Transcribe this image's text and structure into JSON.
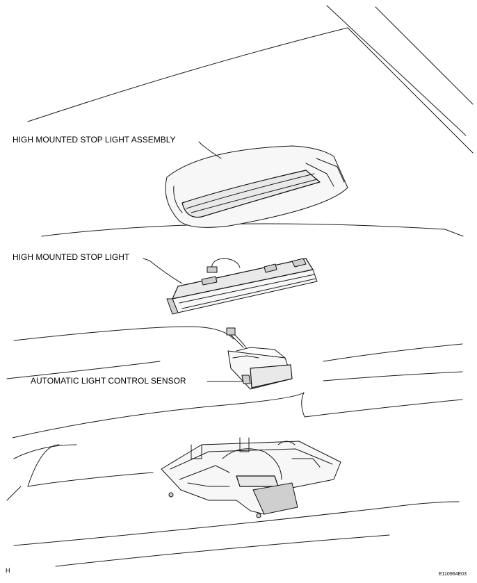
{
  "labels": {
    "assembly": "HIGH MOUNTED STOP LIGHT ASSEMBLY",
    "stop_light": "HIGH MOUNTED STOP LIGHT",
    "sensor": "AUTOMATIC LIGHT CONTROL SENSOR"
  },
  "corner_mark": "H",
  "figure_code": "E110964E03"
}
